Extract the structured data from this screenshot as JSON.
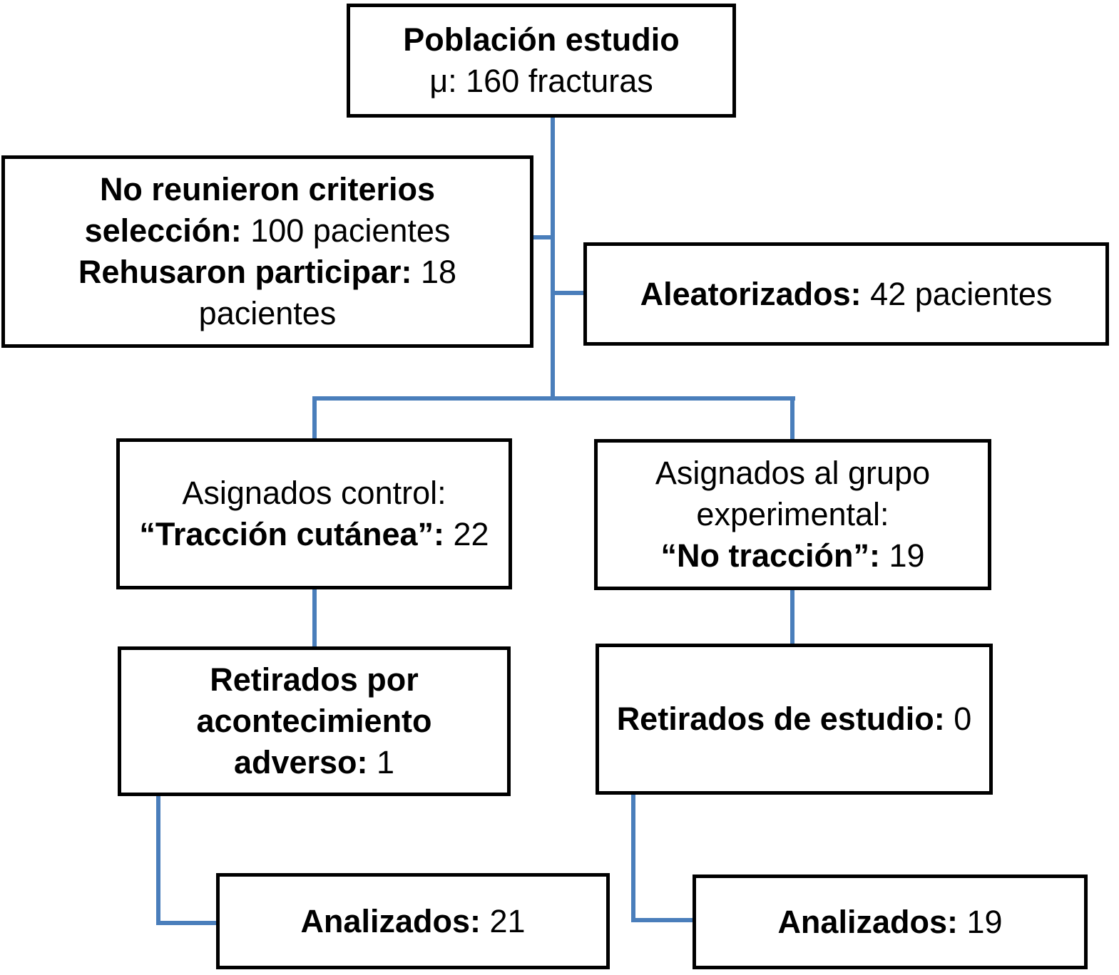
{
  "colors": {
    "connector": "#4a7ebb",
    "box_border": "#000000",
    "text": "#000000",
    "background": "#ffffff"
  },
  "boxes": {
    "population": {
      "lines": [
        {
          "bold": "Población estudio"
        },
        {
          "regular": "μ: 160 fracturas"
        }
      ]
    },
    "excluded": {
      "lines": [
        {
          "bold": "No reunieron criterios"
        },
        {
          "bold": "selección:",
          "regular": " 100 pacientes"
        },
        {
          "bold": "Rehusaron participar:",
          "regular": " 18"
        },
        {
          "regular": "pacientes"
        }
      ]
    },
    "randomized": {
      "lines": [
        {
          "bold": "Aleatorizados:",
          "regular": " 42 pacientes"
        }
      ]
    },
    "control": {
      "lines": [
        {
          "regular": "Asignados control:"
        },
        {
          "bold": "“Tracción cutánea”:",
          "regular": " 22"
        }
      ]
    },
    "experimental": {
      "lines": [
        {
          "regular": "Asignados al grupo"
        },
        {
          "regular": "experimental:"
        },
        {
          "bold": "“No tracción”:",
          "regular": " 19"
        }
      ]
    },
    "withdrawn_adverse": {
      "lines": [
        {
          "bold": "Retirados por"
        },
        {
          "bold": "acontecimiento"
        },
        {
          "bold": "adverso:",
          "regular": " 1"
        }
      ]
    },
    "withdrawn_study": {
      "lines": [
        {
          "bold": "Retirados de estudio:",
          "regular": " 0"
        }
      ]
    },
    "analyzed_control": {
      "lines": [
        {
          "bold": "Analizados:",
          "regular": " 21"
        }
      ]
    },
    "analyzed_experimental": {
      "lines": [
        {
          "bold": "Analizados:",
          "regular": " 19"
        }
      ]
    }
  }
}
